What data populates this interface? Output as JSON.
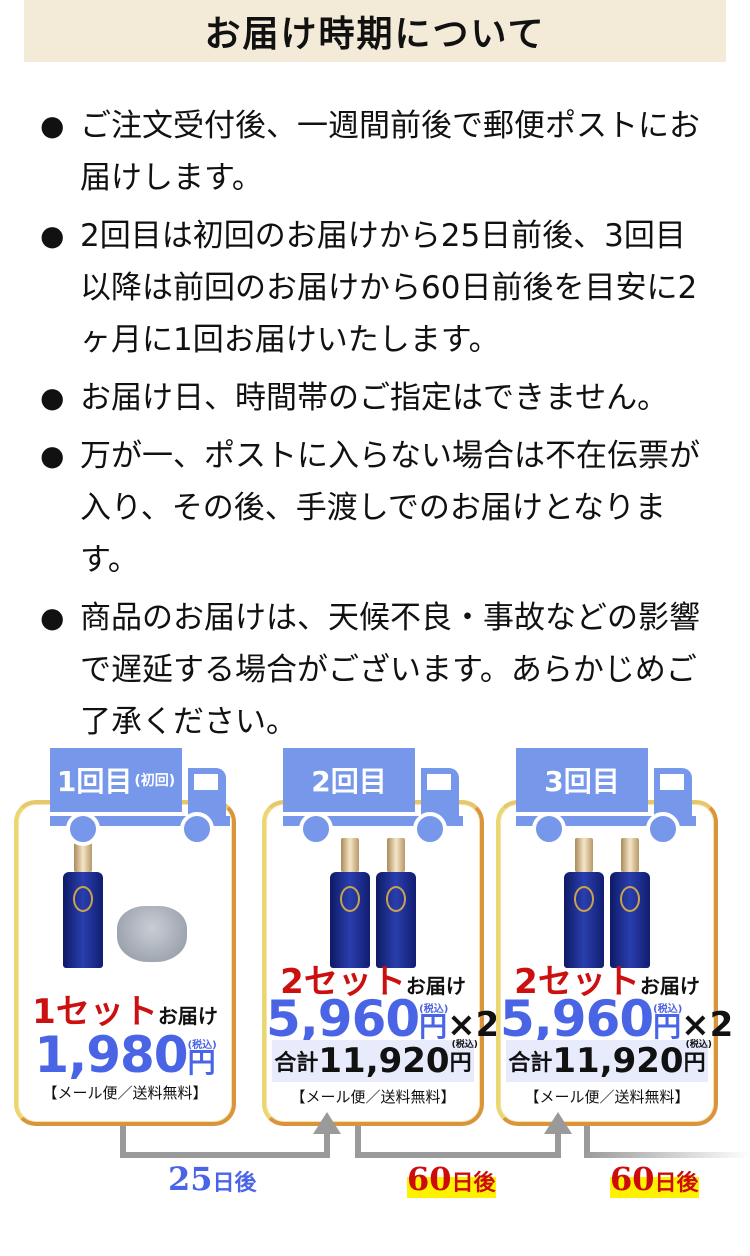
{
  "header": {
    "title": "お届け時期について"
  },
  "notes": [
    {
      "bullet": "●",
      "text": "ご注文受付後、一週間前後で郵便ポストにお届けします。"
    },
    {
      "bullet": "●",
      "text": "2回目は初回のお届けから25日前後、3回目以降は前回のお届けから60日前後を目安に2ヶ月に1回お届けいたします。"
    },
    {
      "bullet": "●",
      "text": "お届け日、時間帯のご指定はできません。"
    },
    {
      "bullet": "●",
      "text": "万が一、ポストに入らない場合は不在伝票が入り、その後、手渡しでのお届けとなります。"
    },
    {
      "bullet": "●",
      "text": "商品のお届けは、天候不良・事故などの影響で遅延する場合がございます。あらかじめご了承ください。"
    }
  ],
  "deliveries": [
    {
      "truck_label": "1回目",
      "truck_sub": "(初回)",
      "set_count": "1セット",
      "set_suffix": "お届け",
      "price": "1,980",
      "yen": "円",
      "tax": "(税込)",
      "multiplier": "",
      "total_label": "",
      "total_value": "",
      "shipping": "【メール便／送料無料】",
      "items": [
        "shampoo-bottle",
        "scalp-brush"
      ]
    },
    {
      "truck_label": "2回目",
      "truck_sub": "",
      "set_count": "2セット",
      "set_suffix": "お届け",
      "price": "5,960",
      "yen": "円",
      "tax": "(税込)",
      "multiplier": "×2",
      "total_label": "合計",
      "total_value": "11,920",
      "shipping": "【メール便／送料無料】",
      "items": [
        "shampoo-bottle",
        "shampoo-bottle"
      ]
    },
    {
      "truck_label": "3回目",
      "truck_sub": "",
      "set_count": "2セット",
      "set_suffix": "お届け",
      "price": "5,960",
      "yen": "円",
      "tax": "(税込)",
      "multiplier": "×2",
      "total_label": "合計",
      "total_value": "11,920",
      "shipping": "【メール便／送料無料】",
      "items": [
        "shampoo-bottle",
        "shampoo-bottle"
      ]
    }
  ],
  "intervals": [
    {
      "number": "25",
      "unit": "日後",
      "color": "#4a64e6"
    },
    {
      "number": "60",
      "unit": "日後",
      "color": "#cc0c0c",
      "highlight": "#fff200"
    },
    {
      "number": "60",
      "unit": "日後",
      "color": "#cc0c0c",
      "highlight": "#fff200"
    }
  ],
  "colors": {
    "header_bg": "#f3ead8",
    "truck": "#7798ea",
    "price_blue": "#4a64e6",
    "set_red": "#cc1010",
    "total_bg": "#e7ebfb",
    "box_border_gold": "#e9c56a",
    "connector_gray": "#9a9a9a"
  }
}
